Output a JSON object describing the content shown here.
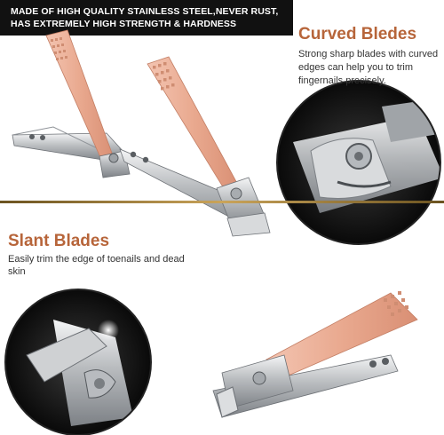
{
  "banner": {
    "line1": "MADE OF HIGH QUALITY STAINLESS STEEL,NEVER RUST,",
    "line2": "HAS EXTREMELY HIGH STRENGTH & HARDNESS"
  },
  "curved": {
    "title": "Curved Bledes",
    "description": "Strong sharp blades with curved edges can help you to trim fingernails precisely."
  },
  "slant": {
    "title": "Slant Blades",
    "description": "Easily trim the edge of toenails and dead skin"
  },
  "colors": {
    "accent": "#b7653a",
    "rose_gold": "#e9a98f",
    "steel": "#c9cbcd",
    "banner_bg": "#111111"
  }
}
